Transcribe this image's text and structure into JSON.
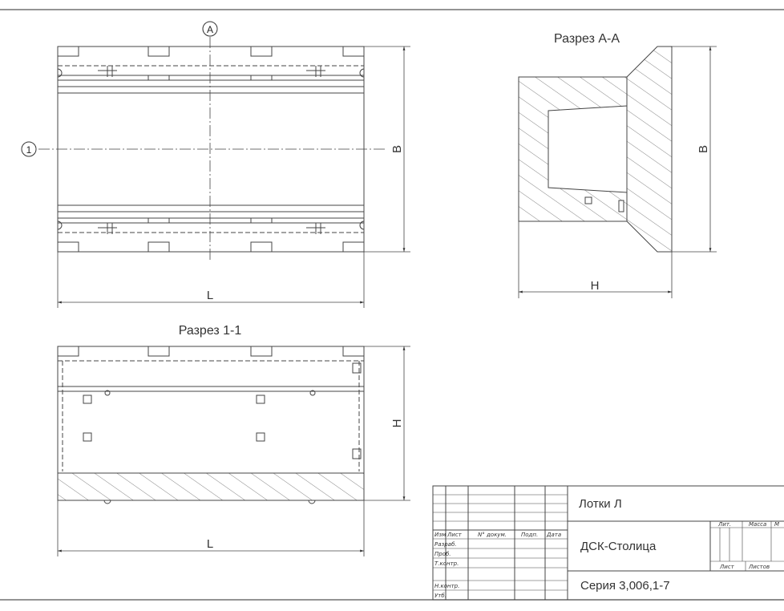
{
  "markers": {
    "axis_a": "А",
    "axis_1": "1"
  },
  "views": {
    "section_aa": {
      "title": "Разрез А-А",
      "dim_width": "В",
      "dim_height": "Н"
    },
    "section_11": {
      "title": "Разрез 1-1",
      "dim_height": "Н",
      "dim_length": "L"
    },
    "plan": {
      "dim_width": "В",
      "dim_length": "L"
    }
  },
  "title_block": {
    "product": "Лотки Л",
    "organization": "ДСК-Столица",
    "series": "Серия 3,006,1-7",
    "headers": {
      "izm": "Изм",
      "list": "Лист",
      "doc": "N° докум.",
      "sign": "Подп.",
      "date": "Дата"
    },
    "roles": [
      "Разраб.",
      "Проб.",
      "Т.контр.",
      "",
      "Н.контр.",
      "Утб."
    ],
    "right": {
      "lit": "Лит.",
      "mass": "Масса",
      "scale": "М",
      "sheet": "Лист",
      "sheets": "Листов"
    }
  }
}
